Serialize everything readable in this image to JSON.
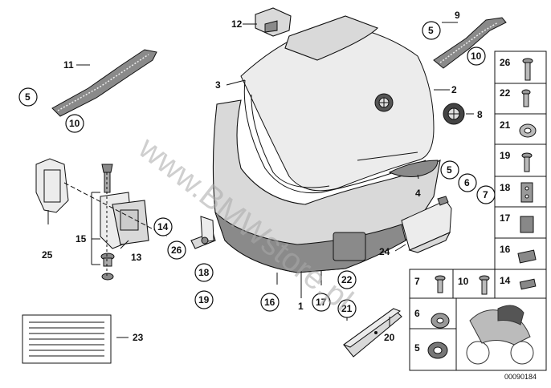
{
  "diagram": {
    "watermark": "www.BMWstore.pl",
    "footer_code": "00090184",
    "labels": {
      "l1": "1",
      "l2": "2",
      "l3": "3",
      "l4": "4",
      "l5a": "5",
      "l5b": "5",
      "l5c": "5",
      "l5d": "5",
      "l6a": "6",
      "l6b": "6",
      "l7a": "7",
      "l7b": "7",
      "l8": "8",
      "l9": "9",
      "l10a": "10",
      "l10b": "10",
      "l10c": "10",
      "l11": "11",
      "l12": "12",
      "l13": "13",
      "l14a": "14",
      "l14b": "14",
      "l15": "15",
      "l16a": "16",
      "l16b": "16",
      "l17a": "17",
      "l17b": "17",
      "l18a": "18",
      "l18b": "18",
      "l19a": "19",
      "l19b": "19",
      "l20": "20",
      "l21a": "21",
      "l21b": "21",
      "l22a": "22",
      "l22b": "22",
      "l23": "23",
      "l24": "24",
      "l25": "25",
      "l26a": "26",
      "l26b": "26"
    }
  }
}
